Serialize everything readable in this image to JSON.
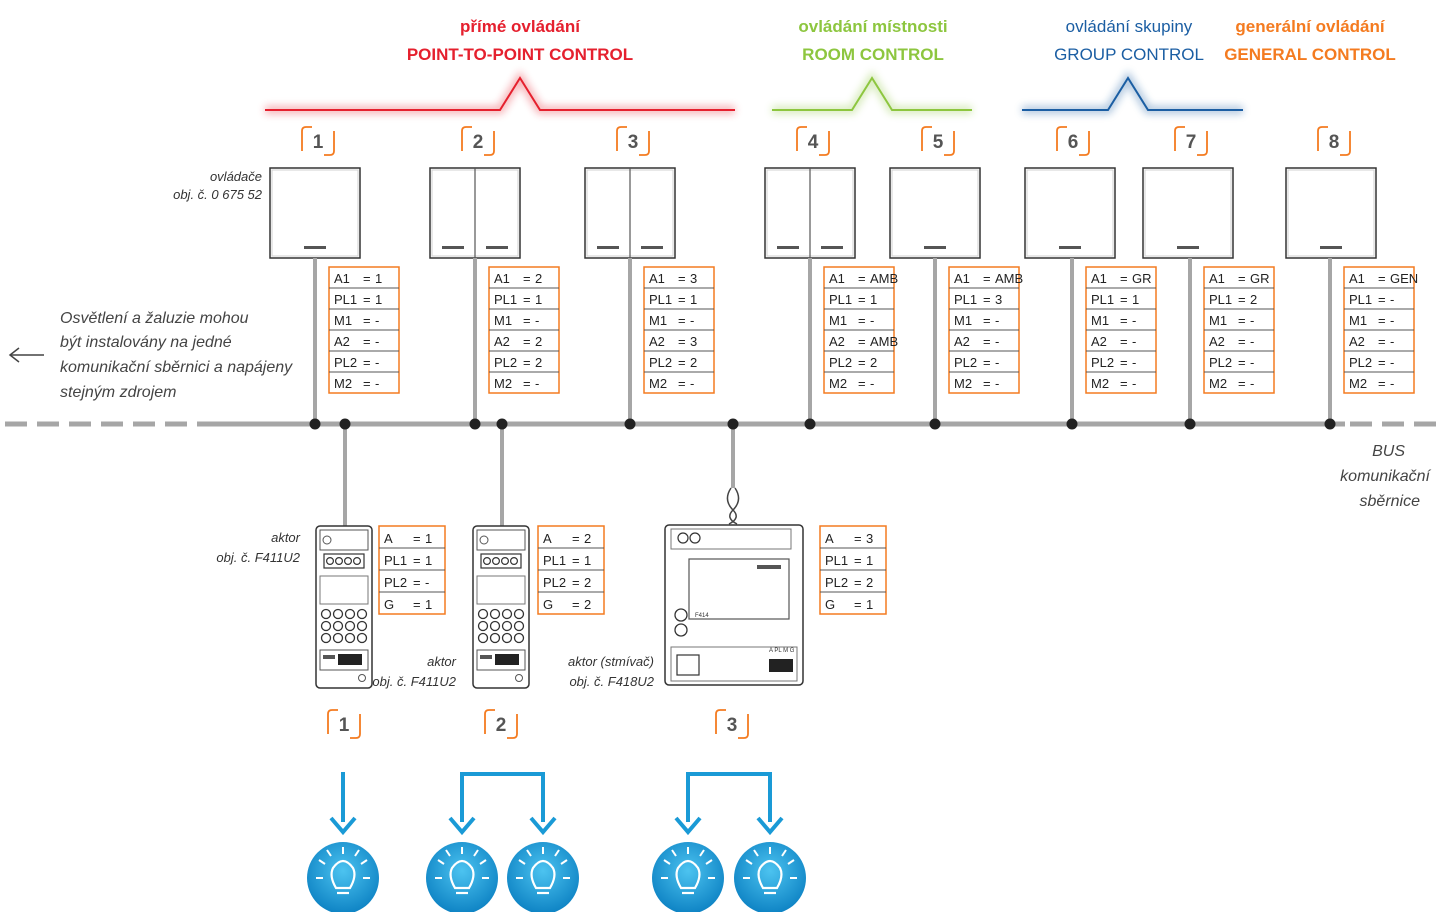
{
  "headers": [
    {
      "cz": "přímé ovládání",
      "en": "POINT-TO-POINT CONTROL",
      "color": "#e5202e"
    },
    {
      "cz": "ovládání místnosti",
      "en": "ROOM CONTROL",
      "color": "#8dc63f"
    },
    {
      "cz": "ovládání skupiny",
      "en": "GROUP CONTROL",
      "color": "#1b5ea3"
    },
    {
      "cz": "generální ovládání",
      "en": "GENERAL CONTROL",
      "color": "#f47b20"
    }
  ],
  "controllers_label": [
    "ovládače",
    "obj. č. 0 675 52"
  ],
  "side_note": [
    "Osvětlení a žaluzie mohou",
    "být instalovány na jedné",
    "komunikační sběrnici a napájeny",
    "stejným zdrojem"
  ],
  "bus_label": [
    "BUS",
    "komunikační",
    "sběrnice"
  ],
  "controllers": [
    {
      "num": "1",
      "rows": [
        [
          "A1",
          "=",
          "1"
        ],
        [
          "PL1",
          "=",
          "1"
        ],
        [
          "M1",
          "=",
          "-"
        ],
        [
          "A2",
          "=",
          "-"
        ],
        [
          "PL2",
          "=",
          "-"
        ],
        [
          "M2",
          "=",
          "-"
        ]
      ]
    },
    {
      "num": "2",
      "rows": [
        [
          "A1",
          "=",
          "2"
        ],
        [
          "PL1",
          "=",
          "1"
        ],
        [
          "M1",
          "=",
          "-"
        ],
        [
          "A2",
          "=",
          "2"
        ],
        [
          "PL2",
          "=",
          "2"
        ],
        [
          "M2",
          "=",
          "-"
        ]
      ]
    },
    {
      "num": "3",
      "rows": [
        [
          "A1",
          "=",
          "3"
        ],
        [
          "PL1",
          "=",
          "1"
        ],
        [
          "M1",
          "=",
          "-"
        ],
        [
          "A2",
          "=",
          "3"
        ],
        [
          "PL2",
          "=",
          "2"
        ],
        [
          "M2",
          "=",
          "-"
        ]
      ]
    },
    {
      "num": "4",
      "rows": [
        [
          "A1",
          "=",
          "AMB"
        ],
        [
          "PL1",
          "=",
          "1"
        ],
        [
          "M1",
          "=",
          "-"
        ],
        [
          "A2",
          "=",
          "AMB"
        ],
        [
          "PL2",
          "=",
          "2"
        ],
        [
          "M2",
          "=",
          "-"
        ]
      ]
    },
    {
      "num": "5",
      "rows": [
        [
          "A1",
          "=",
          "AMB"
        ],
        [
          "PL1",
          "=",
          "3"
        ],
        [
          "M1",
          "=",
          "-"
        ],
        [
          "A2",
          "=",
          "-"
        ],
        [
          "PL2",
          "=",
          "-"
        ],
        [
          "M2",
          "=",
          "-"
        ]
      ]
    },
    {
      "num": "6",
      "rows": [
        [
          "A1",
          "=",
          "GR"
        ],
        [
          "PL1",
          "=",
          "1"
        ],
        [
          "M1",
          "=",
          "-"
        ],
        [
          "A2",
          "=",
          "-"
        ],
        [
          "PL2",
          "=",
          "-"
        ],
        [
          "M2",
          "=",
          "-"
        ]
      ]
    },
    {
      "num": "7",
      "rows": [
        [
          "A1",
          "=",
          "GR"
        ],
        [
          "PL1",
          "=",
          "2"
        ],
        [
          "M1",
          "=",
          "-"
        ],
        [
          "A2",
          "=",
          "-"
        ],
        [
          "PL2",
          "=",
          "-"
        ],
        [
          "M2",
          "=",
          "-"
        ]
      ]
    },
    {
      "num": "8",
      "rows": [
        [
          "A1",
          "=",
          "GEN"
        ],
        [
          "PL1",
          "=",
          "-"
        ],
        [
          "M1",
          "=",
          "-"
        ],
        [
          "A2",
          "=",
          "-"
        ],
        [
          "PL2",
          "=",
          "-"
        ],
        [
          "M2",
          "=",
          "-"
        ]
      ]
    }
  ],
  "actuators": [
    {
      "num": "1",
      "label": [
        "aktor",
        "obj. č. F411U2"
      ],
      "rows": [
        [
          "A",
          "=",
          "1"
        ],
        [
          "PL1",
          "=",
          "1"
        ],
        [
          "PL2",
          "=",
          "-"
        ],
        [
          "G",
          "=",
          "1"
        ]
      ]
    },
    {
      "num": "2",
      "label": [
        "aktor",
        "obj. č. F411U2"
      ],
      "rows": [
        [
          "A",
          "=",
          "2"
        ],
        [
          "PL1",
          "=",
          "1"
        ],
        [
          "PL2",
          "=",
          "2"
        ],
        [
          "G",
          "=",
          "2"
        ]
      ]
    },
    {
      "num": "3",
      "label": [
        "aktor (stmívač)",
        "obj. č. F418U2"
      ],
      "rows": [
        [
          "A",
          "=",
          "3"
        ],
        [
          "PL1",
          "=",
          "1"
        ],
        [
          "PL2",
          "=",
          "2"
        ],
        [
          "G",
          "=",
          "1"
        ]
      ]
    }
  ],
  "device_marks": {
    "dimmer_model": "F414",
    "dimmer_terminals": "A PL M G"
  },
  "icons": [
    "bulb-icon",
    "arrow-down-icon",
    "arrow-left-icon"
  ],
  "colors": {
    "table_border": "#f47b20",
    "bus": "#a6a6a6",
    "lamp": "#1a9ad6",
    "arrow": "#1a9ad6",
    "num_text": "#555555"
  }
}
